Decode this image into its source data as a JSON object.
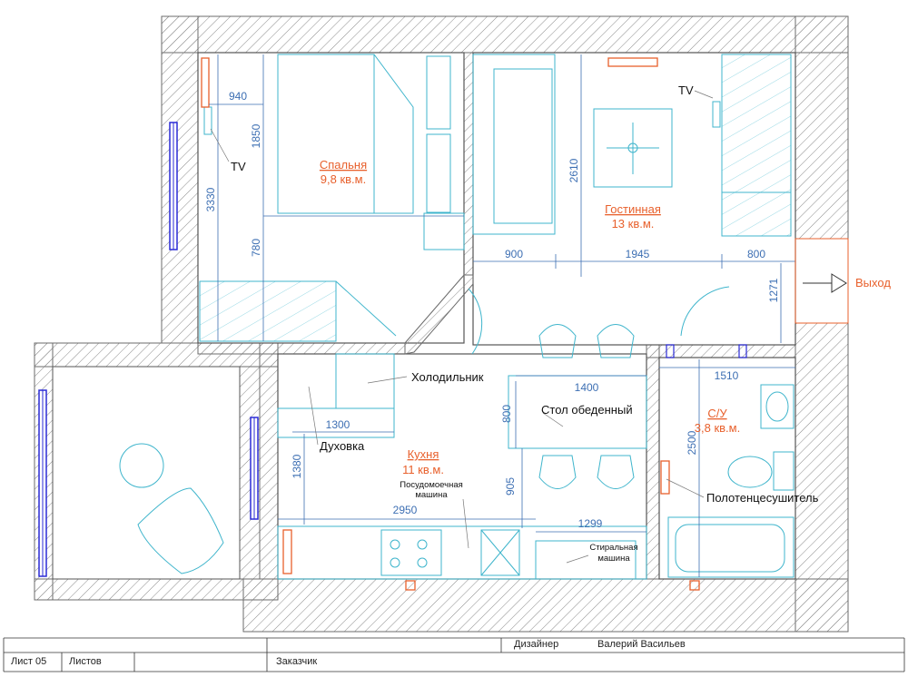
{
  "colors": {
    "wall": "#6b6b6b",
    "hatch": "#8a8a8a",
    "furniture": "#3fb5cc",
    "dimension": "#3d6fb3",
    "accent": "#e8602c",
    "window": "#2a2ad6",
    "text": "#111111"
  },
  "rooms": {
    "bedroom": {
      "name": "Спальня",
      "area": "9,8 кв.м."
    },
    "living": {
      "name": "Гостинная",
      "area": "13 кв.м."
    },
    "kitchen": {
      "name": "Кухня",
      "area": "11 кв.м."
    },
    "bathroom": {
      "name": "С/У",
      "area": "3,8 кв.м."
    }
  },
  "labels": {
    "tv_bedroom": "TV",
    "tv_living": "TV",
    "exit": "Выход",
    "fridge": "Холодильник",
    "oven": "Духовка",
    "dining_table": "Стол обеденный",
    "dishwasher_1": "Посудомоечная",
    "dishwasher_2": "машина",
    "towel_dryer": "Полотенцесушитель",
    "washer_1": "Стиральная",
    "washer_2": "машина"
  },
  "dimensions": {
    "d940": "940",
    "d1850": "1850",
    "d3330": "3330",
    "d780": "780",
    "d2610": "2610",
    "d900": "900",
    "d1945": "1945",
    "d800a": "800",
    "d1271": "1271",
    "d1400": "1400",
    "d800b": "800",
    "d1510": "1510",
    "d1300": "1300",
    "d2500": "2500",
    "d1380": "1380",
    "d905": "905",
    "d2950": "2950",
    "d1299": "1299"
  },
  "stamp": {
    "sheet": "Лист 05",
    "sheets": "Листов",
    "designer_label": "Дизайнер",
    "designer_name": "Валерий Васильев",
    "customer_label": "Заказчик"
  }
}
